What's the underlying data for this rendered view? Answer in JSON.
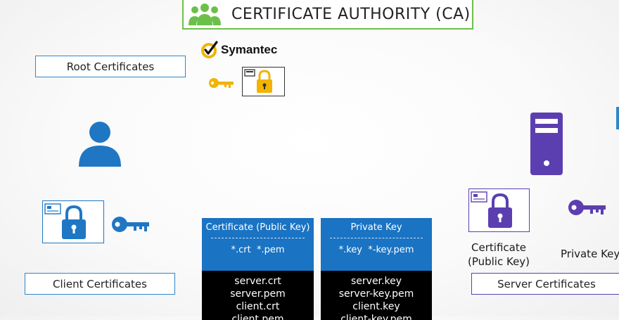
{
  "header": {
    "title": "CERTIFICATE AUTHORITY (CA)",
    "icon": "group-icon",
    "accent": "#6cc04a"
  },
  "brand": {
    "name": "Symantec",
    "icon": "symantec-check-logo"
  },
  "labels": {
    "root": "Root Certificates",
    "client": "Client Certificates",
    "server": "Server Certificates"
  },
  "public_key_table": {
    "title": "Certificate (Public Key)",
    "extensions": "*.crt  *.pem",
    "files": [
      "server.crt",
      "server.pem",
      "client.crt",
      "client.pem"
    ]
  },
  "private_key_table": {
    "title": "Private Key",
    "extensions": "*.key  *-key.pem",
    "files": [
      "server.key",
      "server-key.pem",
      "client.key",
      "client-key.pem"
    ]
  },
  "server": {
    "cert_caption_1": "Certificate",
    "cert_caption_2": "(Public Key)",
    "key_caption": "Private Key"
  },
  "colors": {
    "ca_green": "#6cc04a",
    "client_blue": "#1f77c4",
    "server_purple": "#5b3fb0",
    "root_gold": "#f2b301",
    "table_header_blue": "#1a73c3"
  }
}
